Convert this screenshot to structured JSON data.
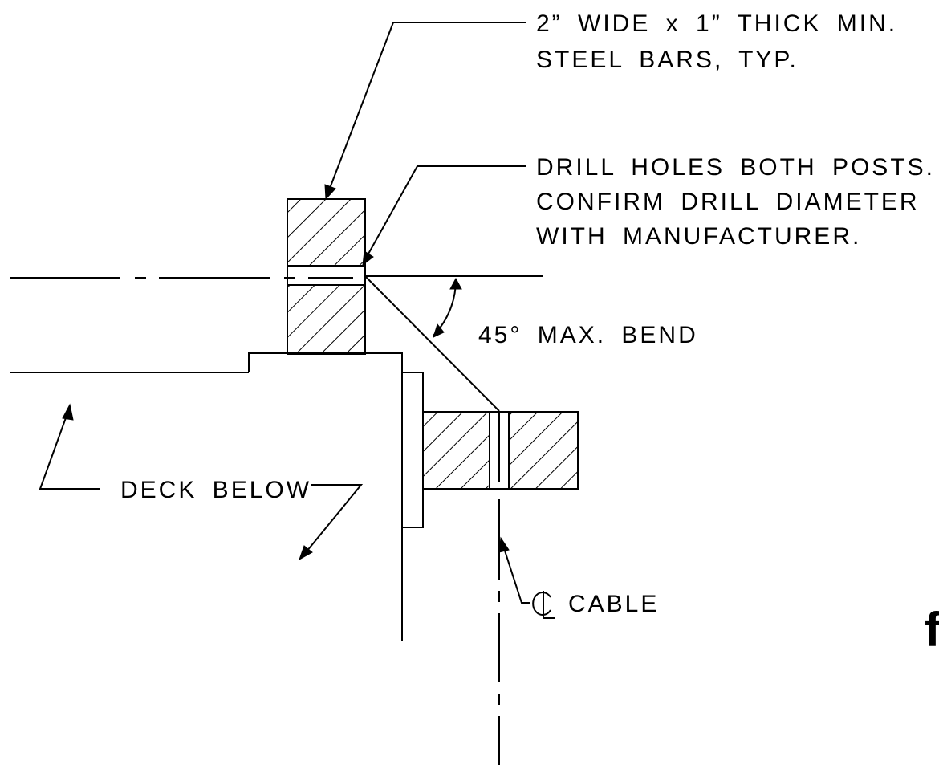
{
  "labels": {
    "steel_bars_line1": "2” WIDE x 1” THICK MIN.",
    "steel_bars_line2": "STEEL BARS, TYP.",
    "drill_line1": "DRILL HOLES BOTH POSTS.",
    "drill_line2": "CONFIRM DRILL DIAMETER",
    "drill_line3": "WITH MANUFACTURER.",
    "bend": "45° MAX. BEND",
    "deck": "DECK BELOW",
    "cable": "CABLE",
    "partial_mark": "f"
  },
  "colors": {
    "ink": "#000000",
    "paper": "#ffffff"
  },
  "icons": {
    "centerline_symbol": "centerline-icon",
    "leader_arrow": "arrowhead-icon",
    "hatch": "diagonal-hatch-pattern"
  }
}
